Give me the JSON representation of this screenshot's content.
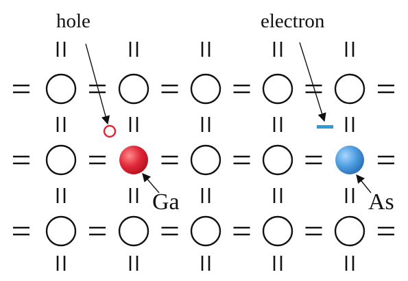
{
  "labels": {
    "hole": "hole",
    "electron": "electron",
    "ga": "Ga",
    "as": "As"
  },
  "lattice": {
    "rows": 3,
    "cols": 5,
    "dopant_ga": {
      "row": 1,
      "col": 1
    },
    "dopant_as": {
      "row": 1,
      "col": 4
    }
  },
  "colors": {
    "ga": "#e0283a",
    "as": "#3b8fd9",
    "hole": "#e0283a",
    "electron": "#2e9bd6",
    "bond": "#111111"
  }
}
